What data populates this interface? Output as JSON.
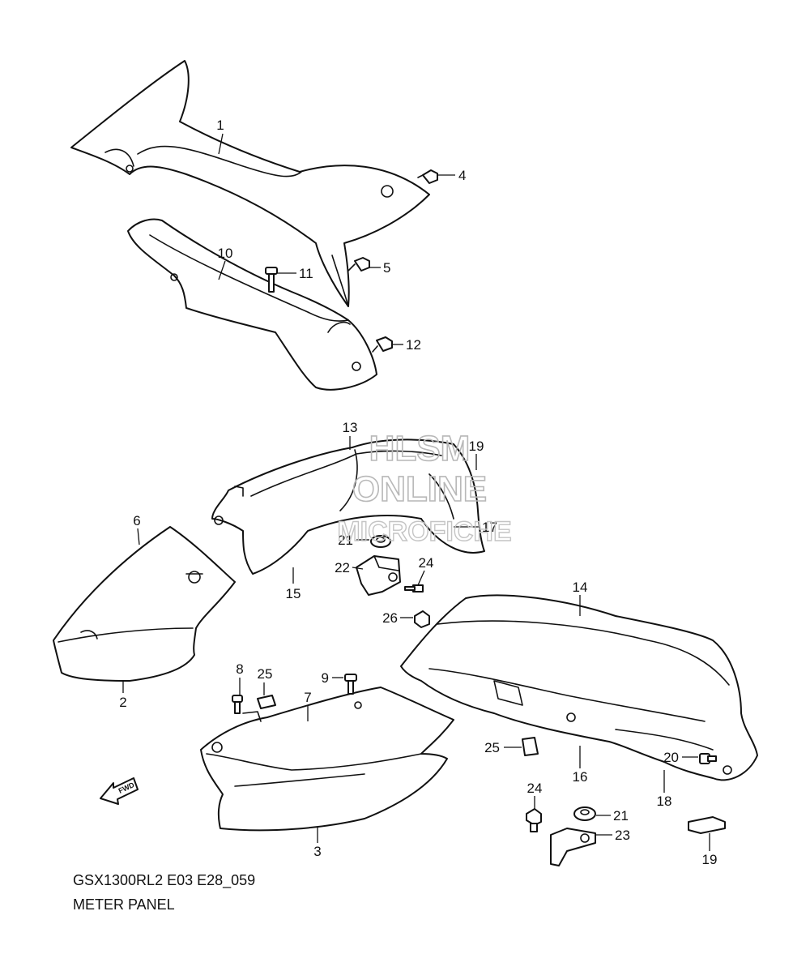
{
  "callouts": {
    "c1": "1",
    "c4": "4",
    "c10": "10",
    "c11": "11",
    "c5": "5",
    "c12": "12",
    "c13": "13",
    "c19a": "19",
    "c17": "17",
    "c21a": "21",
    "c22": "22",
    "c24a": "24",
    "c6": "6",
    "c15": "15",
    "c26": "26",
    "c14": "14",
    "c2": "2",
    "c8": "8",
    "c25a": "25",
    "c9": "9",
    "c7": "7",
    "c25b": "25",
    "c16": "16",
    "c20": "20",
    "c18": "18",
    "c24b": "24",
    "c21b": "21",
    "c23": "23",
    "c3": "3",
    "c19b": "19"
  },
  "watermark": {
    "line1": "HLSM",
    "line2": "ONLINE",
    "line3": "MICROFICHE"
  },
  "fwd_label": "FWD",
  "footer": {
    "model_code": "GSX1300RL2 E03 E28_059",
    "title": "METER PANEL"
  }
}
